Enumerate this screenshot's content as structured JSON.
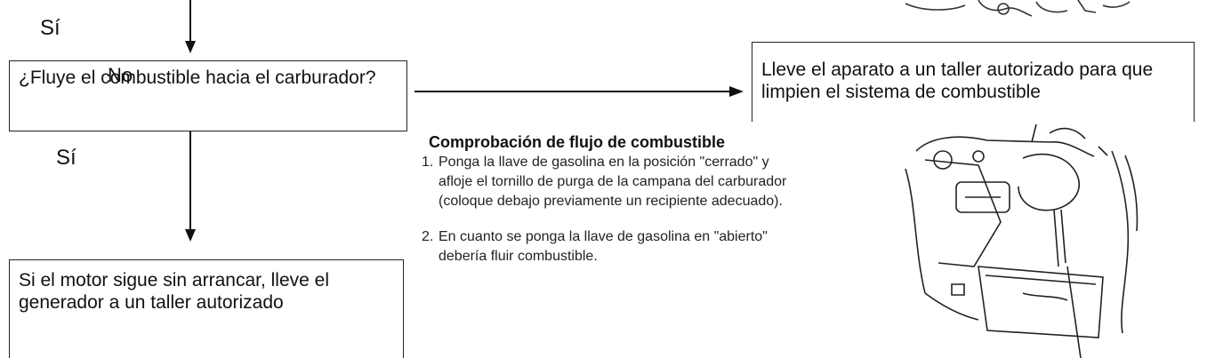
{
  "flow": {
    "yes_top": "Sí",
    "question": "¿Fluye el combustible hacia el carburador?",
    "no_label": "No",
    "yes_bottom": "Sí",
    "workshop_note": "Lleve el aparato a un taller autorizado para que limpien el sistema de combustible",
    "final_note": "Si el motor sigue sin arrancar, lleve el generador a un taller autorizado"
  },
  "check": {
    "title": "Comprobación de flujo de combustible",
    "steps": [
      {
        "num": "1.",
        "text": "Ponga la llave de gasolina en la posición \"cerrado\" y\nafloje el tornillo de purga de la campana del carburador\n(coloque debajo previamente un recipiente adecuado)."
      },
      {
        "num": "2.",
        "text": "En cuanto se ponga la llave de gasolina en \"abierto\"\ndebería fluir combustible."
      }
    ]
  }
}
